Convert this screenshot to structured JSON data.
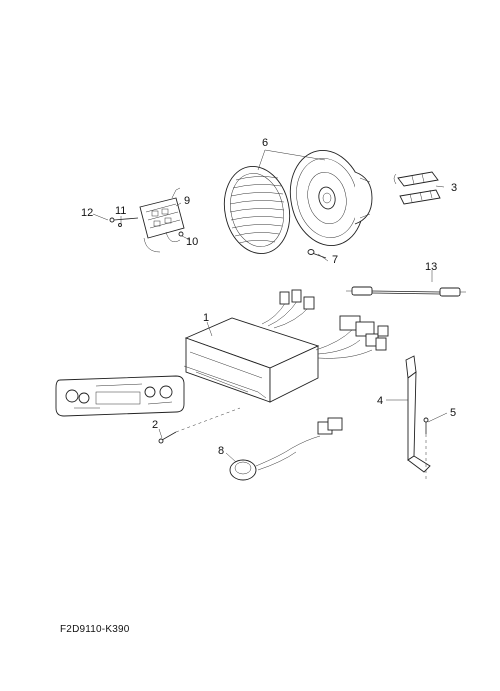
{
  "callouts": {
    "p1": "1",
    "p2": "2",
    "p3": "3",
    "p4": "4",
    "p5": "5",
    "p6": "6",
    "p7": "7",
    "p8": "8",
    "p9": "9",
    "p10": "10",
    "p11": "11",
    "p12": "12",
    "p13": "13"
  },
  "diagram_code": "F2D9110-K390"
}
